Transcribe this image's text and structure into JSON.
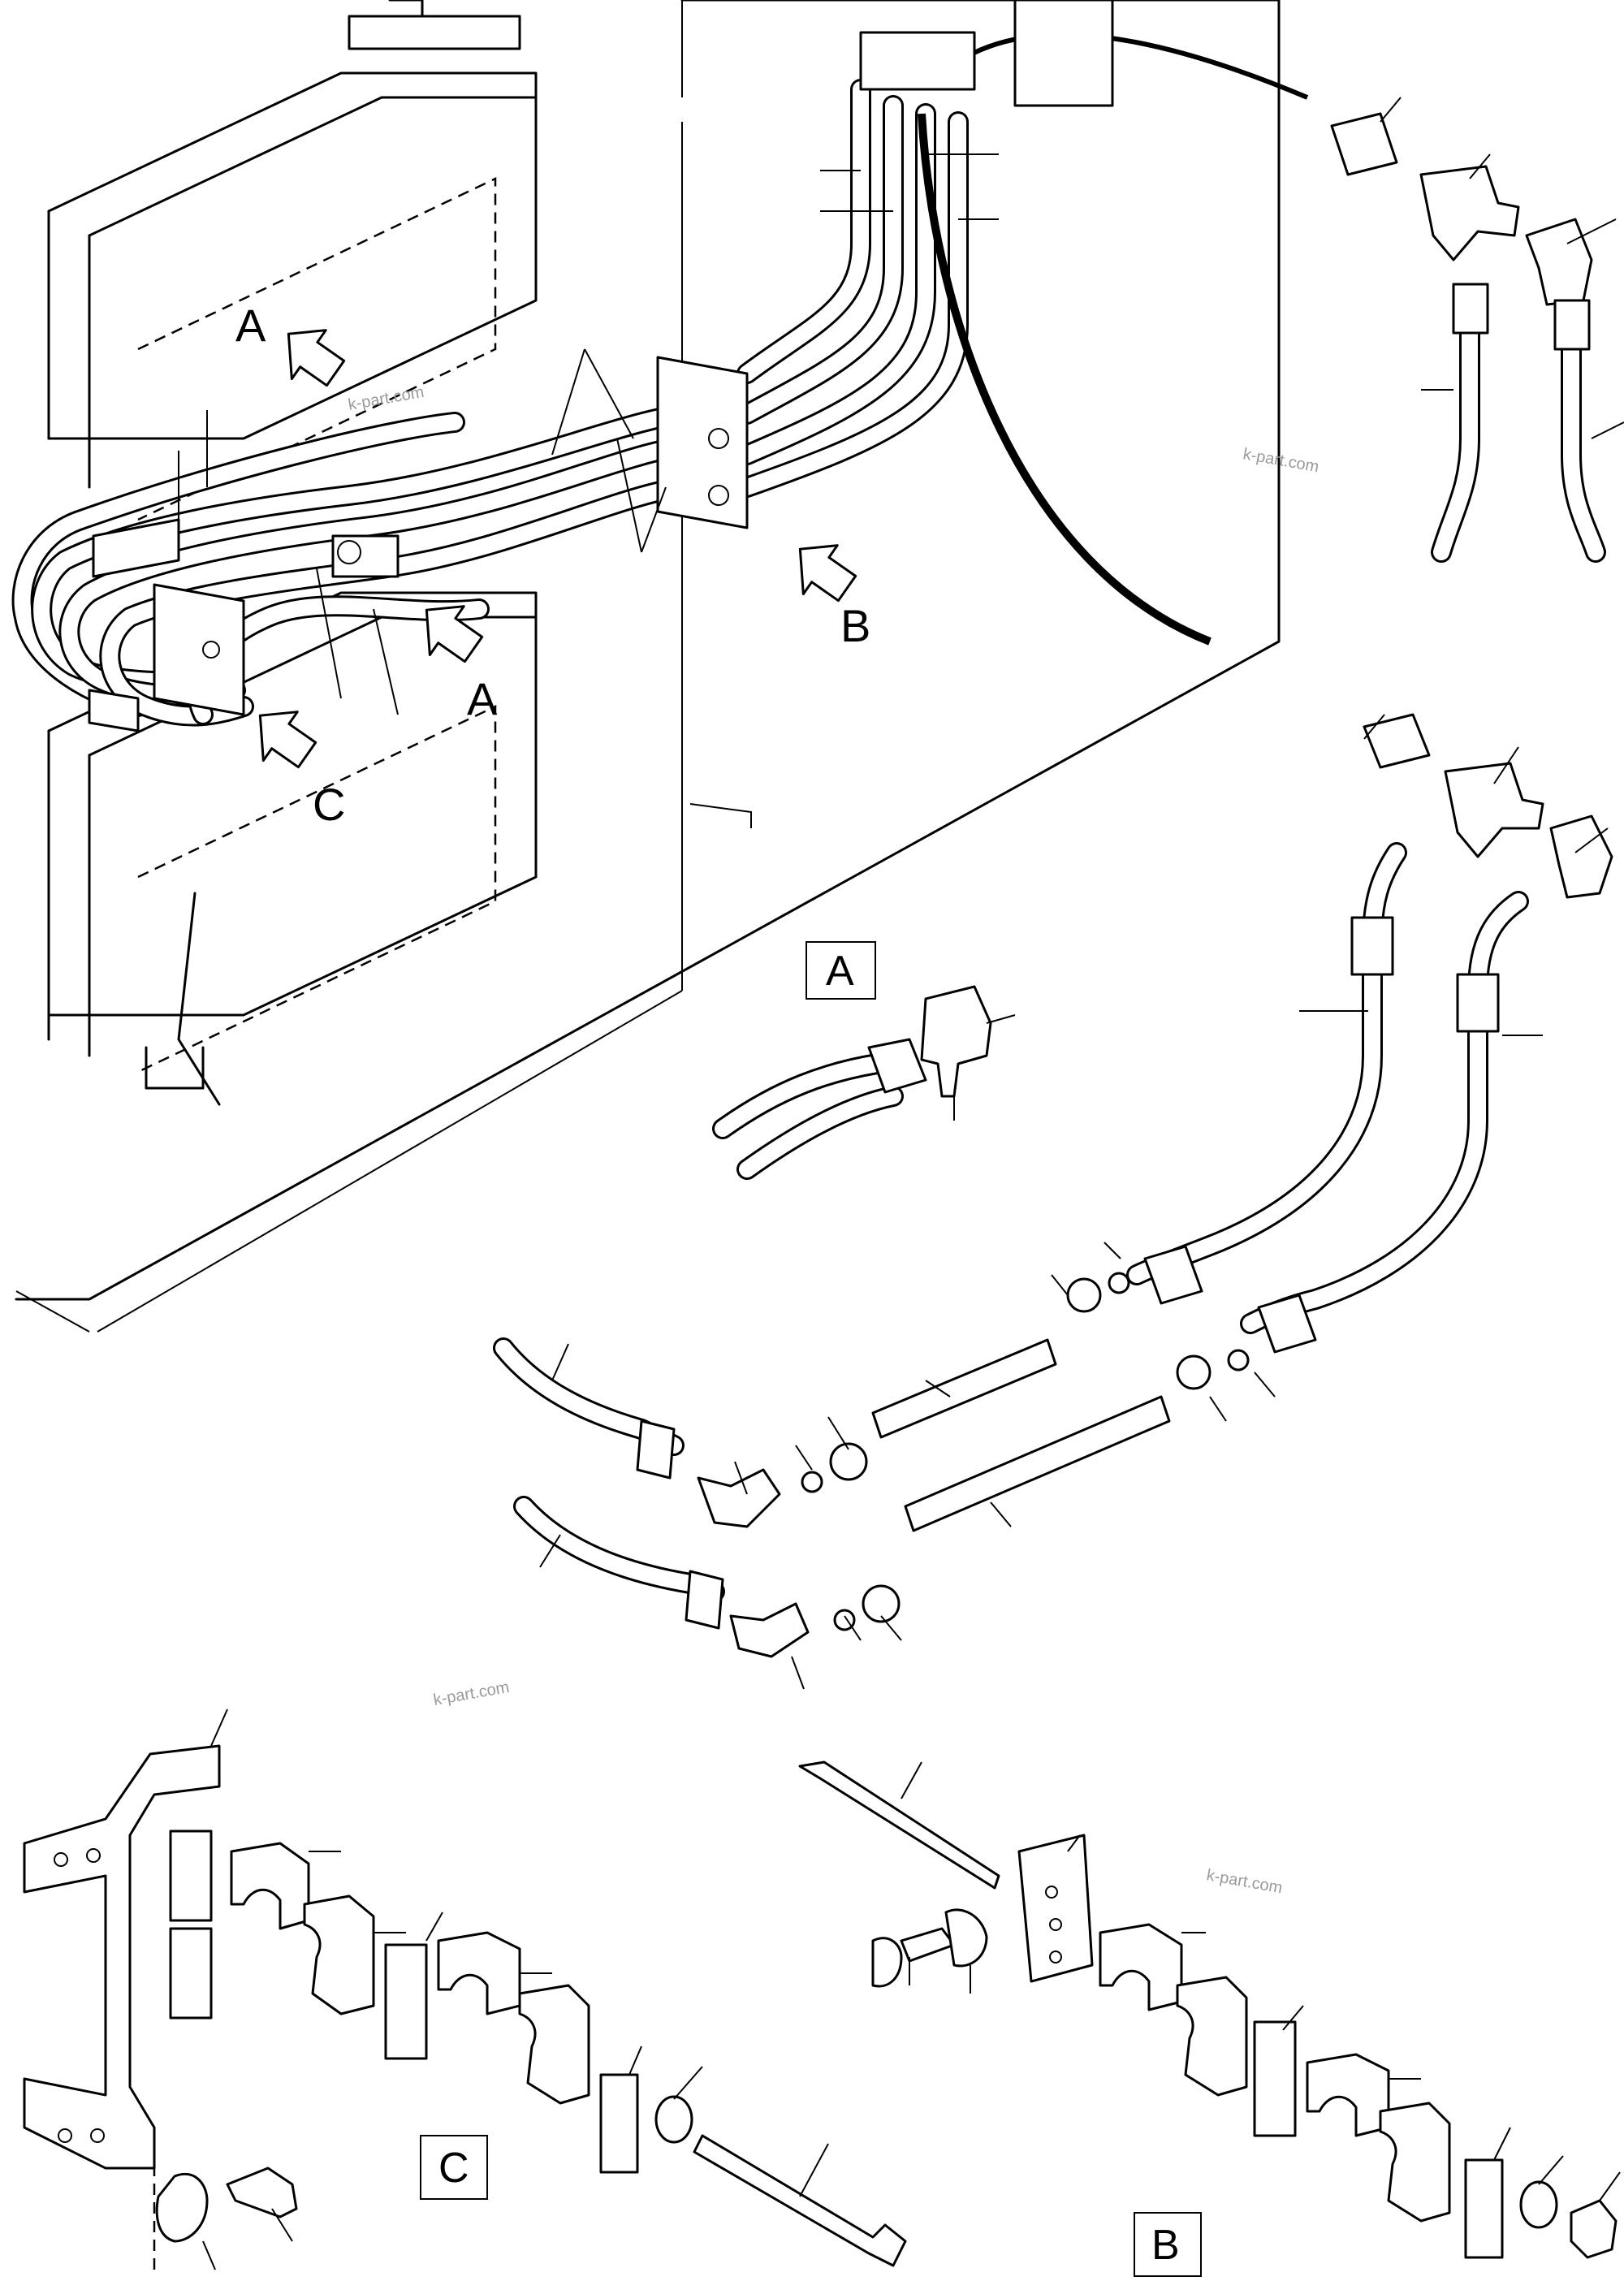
{
  "labels": {
    "view_a": "A",
    "view_a_lower": "A",
    "view_b": "B",
    "view_c": "C"
  },
  "boxed_labels": {
    "detail_a": "A",
    "detail_b": "B",
    "detail_c": "C"
  },
  "watermarks": [
    "k-part.com",
    "k-part.com",
    "k-part.com",
    "k-part.com"
  ]
}
